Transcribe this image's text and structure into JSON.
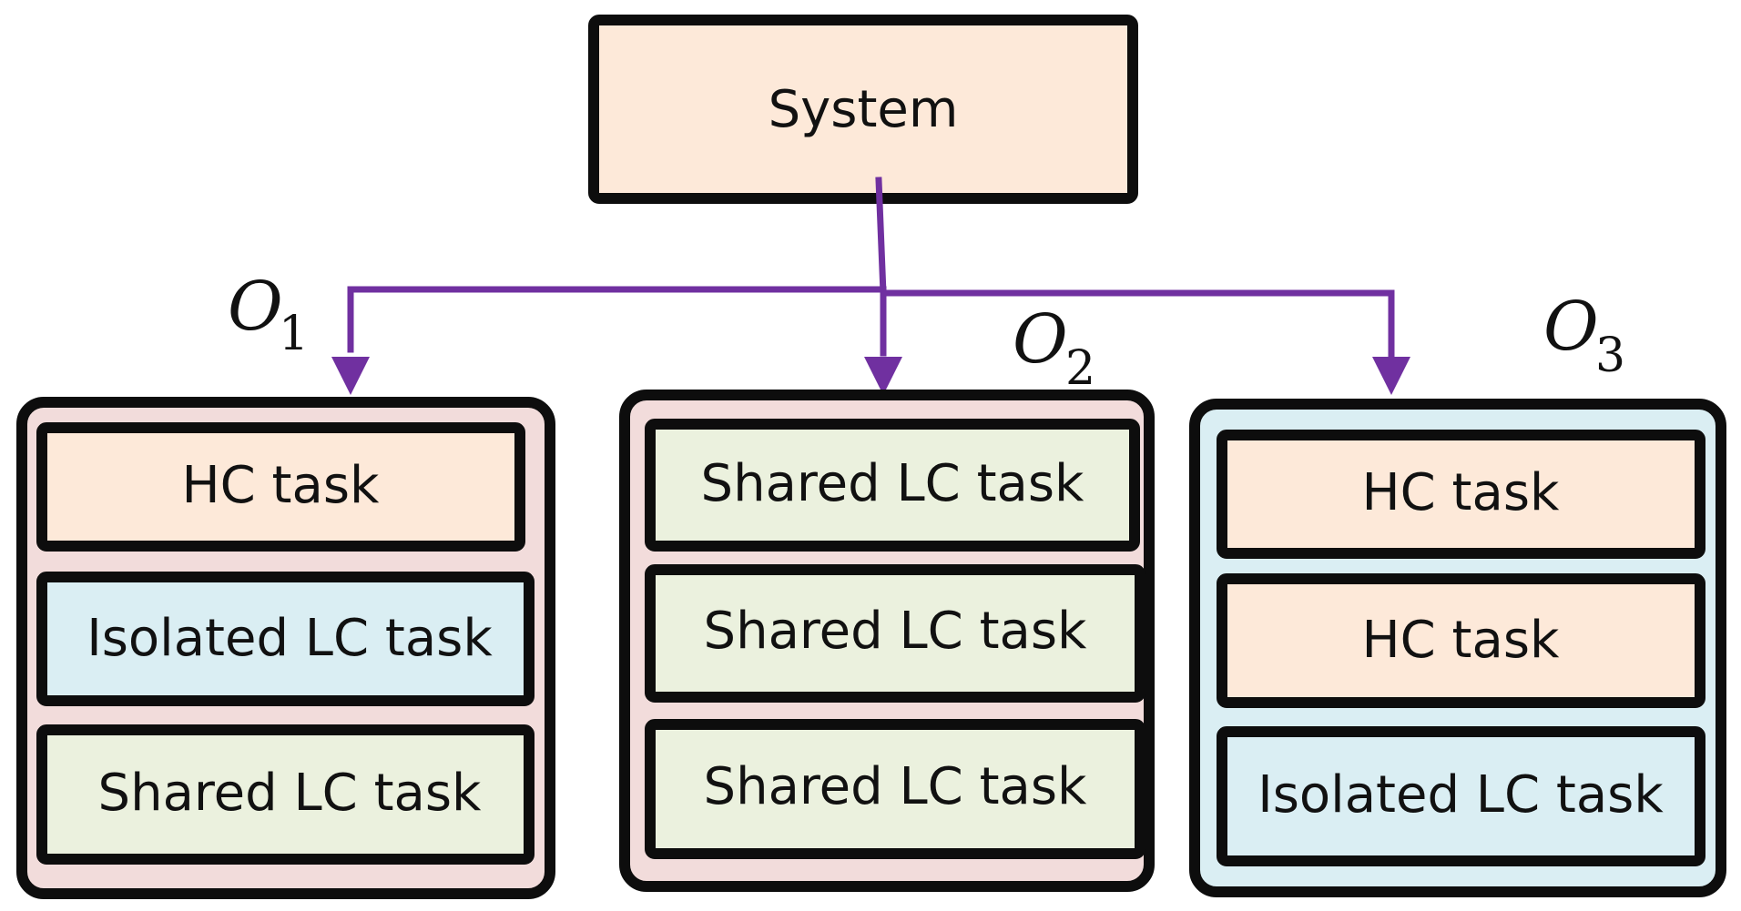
{
  "diagram": {
    "root": {
      "label": "System"
    },
    "groups": [
      {
        "label": {
          "main": "O",
          "sub": "1"
        },
        "fill": "#f2dcdb",
        "tasks": [
          {
            "label": "HC task",
            "fill": "#fde9d9"
          },
          {
            "label": "Isolated LC task",
            "fill": "#daeef3"
          },
          {
            "label": "Shared LC task",
            "fill": "#ebf1de"
          }
        ]
      },
      {
        "label": {
          "main": "O",
          "sub": "2"
        },
        "fill": "#f2dcdb",
        "tasks": [
          {
            "label": "Shared LC task",
            "fill": "#ebf1de"
          },
          {
            "label": "Shared LC task",
            "fill": "#ebf1de"
          },
          {
            "label": "Shared LC task",
            "fill": "#ebf1de"
          }
        ]
      },
      {
        "label": {
          "main": "O",
          "sub": "3"
        },
        "fill": "#daeef3",
        "tasks": [
          {
            "label": "HC task",
            "fill": "#fde9d9"
          },
          {
            "label": "HC task",
            "fill": "#fde9d9"
          },
          {
            "label": "Isolated LC task",
            "fill": "#daeef3"
          }
        ]
      }
    ],
    "colors": {
      "root_fill": "#fde9d9",
      "connector": "#7030a0",
      "border": "#0d0d0d"
    }
  }
}
